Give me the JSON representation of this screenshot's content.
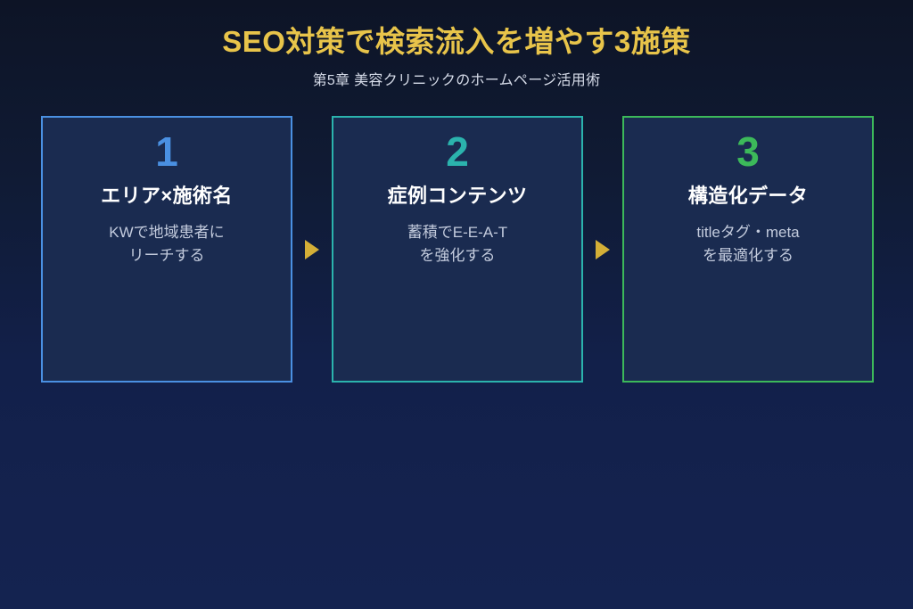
{
  "header": {
    "title": "SEO対策で検索流入を増やす3施策",
    "subtitle": "第5章 美容クリニックのホームページ活用術"
  },
  "colors": {
    "title_gold": "#e8c44a",
    "arrow_gold": "#d4af37",
    "accent_1": "#4a90e2",
    "accent_2": "#2bb3ad",
    "accent_3": "#3cb95a",
    "card_fill": "#1a2b50",
    "background_top": "#0d1426",
    "background_bottom": "#142350",
    "card_title_text": "#ffffff",
    "card_desc_text": "#c3cbdd"
  },
  "cards": [
    {
      "number": "1",
      "title": "エリア×施術名",
      "desc_line1": "KWで地域患者に",
      "desc_line2": "リーチする",
      "accent": "#4a90e2"
    },
    {
      "number": "2",
      "title": "症例コンテンツ",
      "desc_line1": "蓄積でE-E-A-T",
      "desc_line2": "を強化する",
      "accent": "#2bb3ad"
    },
    {
      "number": "3",
      "title": "構造化データ",
      "desc_line1": "titleタグ・meta",
      "desc_line2": "を最適化する",
      "accent": "#3cb95a"
    }
  ],
  "arrows": [
    {
      "icon": "triangle-right-icon"
    },
    {
      "icon": "triangle-right-icon"
    }
  ]
}
